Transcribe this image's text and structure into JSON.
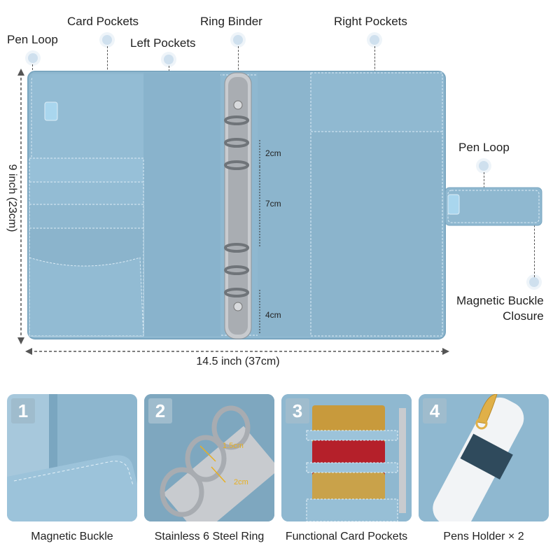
{
  "callouts": {
    "pen_loop_left": "Pen Loop",
    "card_pockets": "Card Pockets",
    "left_pockets": "Left Pockets",
    "ring_binder": "Ring Binder",
    "right_pockets": "Right Pockets",
    "pen_loop_right": "Pen Loop",
    "magnetic_buckle_line1": "Magnetic Buckle",
    "magnetic_buckle_line2": "Closure"
  },
  "dimensions": {
    "height": "9 inch (23cm)",
    "width": "14.5 inch (37cm)",
    "ring_gap_top": "2cm",
    "ring_gap_mid": "7cm",
    "ring_gap_bottom": "4cm"
  },
  "features": [
    {
      "number": "1",
      "caption": "Magnetic Buckle"
    },
    {
      "number": "2",
      "caption": "Stainless 6 Steel Ring",
      "gap_a": "1.5cm",
      "gap_b": "2cm"
    },
    {
      "number": "3",
      "caption": "Functional Card Pockets"
    },
    {
      "number": "4",
      "caption": "Pens Holder × 2"
    }
  ],
  "colors": {
    "leather": "#8fb8d0",
    "leather_dark": "#7aa6c0",
    "stitch": "#dcecf6",
    "ring": "#b9bcc0",
    "accent_dot": "#cfe0ee"
  }
}
